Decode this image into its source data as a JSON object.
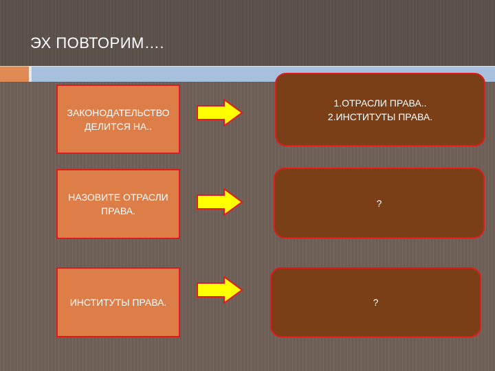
{
  "slide": {
    "title": "ЭХ ПОВТОРИМ….",
    "rows": [
      {
        "left_text": "ЗАКОНОДАТЕЛЬСТВО ДЕЛИТСЯ НА..",
        "right_lines": [
          "1.ОТРАСЛИ ПРАВА..",
          "2.ИНСТИТУТЫ ПРАВА."
        ]
      },
      {
        "left_text": "НАЗОВИТЕ ОТРАСЛИ ПРАВА.",
        "right_lines": [
          "?"
        ]
      },
      {
        "left_text": "ИНСТИТУТЫ ПРАВА.",
        "right_lines": [
          "?"
        ]
      }
    ]
  },
  "icons": {
    "arrow": "right-arrow-icon"
  },
  "colors": {
    "background": "#6e5f57",
    "left_box_fill": "#dd7d48",
    "right_box_fill": "#7a3f16",
    "box_border": "#e21a1a",
    "arrow_fill": "#ffff00",
    "arrow_border": "#e21a1a",
    "accent_orange": "#e08b55",
    "accent_blue": "#a7c0de"
  }
}
